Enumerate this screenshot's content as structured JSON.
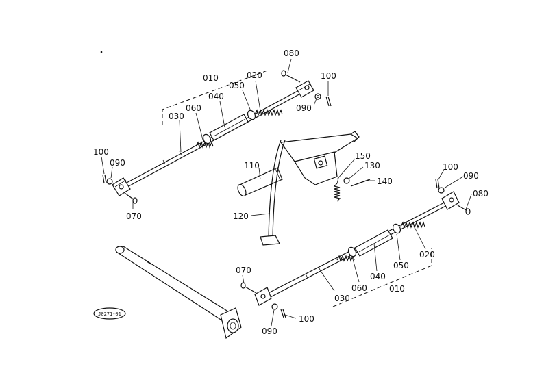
{
  "drawing_code": "J0271-01",
  "callouts": {
    "u010": "010",
    "u020": "020",
    "u030": "030",
    "u040": "040",
    "u050": "050",
    "u060": "060",
    "u070": "070",
    "u080": "080",
    "u090a": "090",
    "u090b": "090",
    "u100a": "100",
    "u100b": "100",
    "c110": "110",
    "c120": "120",
    "c130": "130",
    "c140": "140",
    "c150": "150",
    "l010": "010",
    "l020": "020",
    "l030": "030",
    "l040": "040",
    "l050": "050",
    "l060": "060",
    "l070": "070",
    "l080": "080",
    "l090a": "090",
    "l090b": "090",
    "l100a": "100",
    "l100b": "100"
  }
}
